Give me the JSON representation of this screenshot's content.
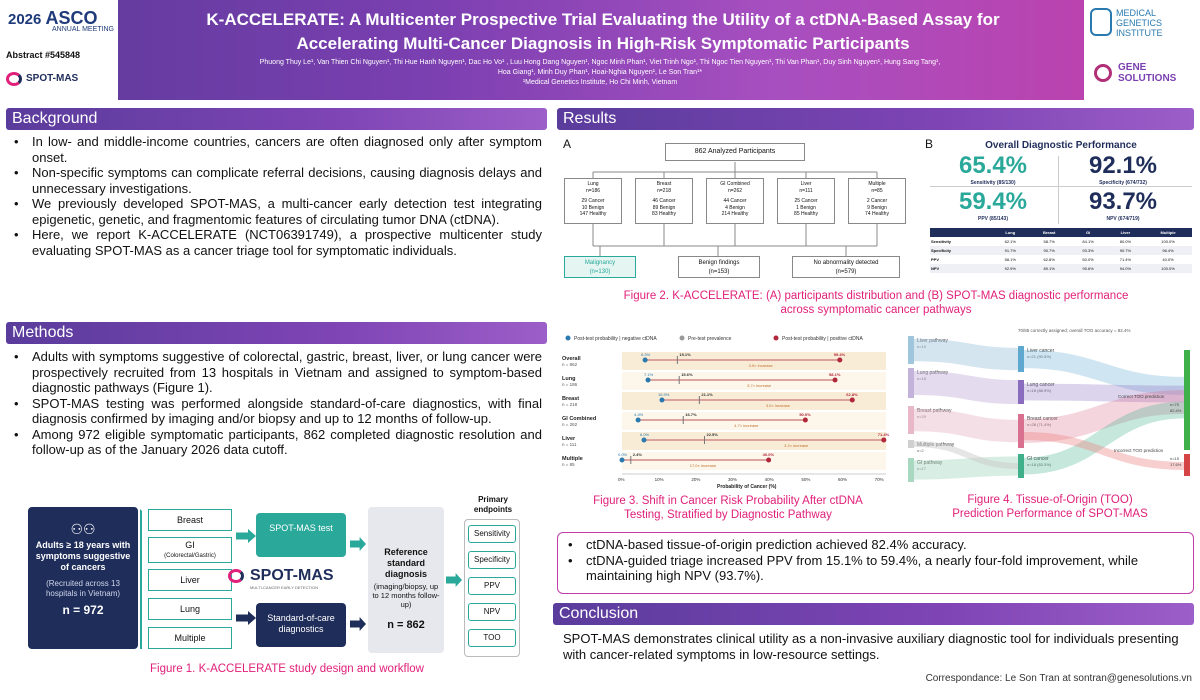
{
  "header": {
    "conference_year": "2026",
    "conference_name": "ASCO",
    "conference_sub": "ANNUAL MEETING",
    "abstract": "Abstract #545848",
    "spotmas_logo": "SPOT-MAS",
    "title_line1": "K-ACCELERATE: A Multicenter Prospective Trial Evaluating the Utility of a ctDNA-Based Assay for",
    "title_line2": "Accelerating Multi-Cancer Diagnosis in High-Risk Symptomatic Participants",
    "authors_line1": "Phuong Thuy Le¹, Van Thien Chi Nguyen¹, Thi Hue Hanh Nguyen¹, Dac Ho Vo¹ , Luu Hong Dang Nguyen¹, Ngoc Minh Phan¹, Viet Trinh Ngo¹, Thi Ngoc Tien Nguyen¹, Thi Van Phan¹, Duy Sinh Nguyen¹, Hung Sang Tang¹,",
    "authors_line2": "Hoa Giang¹, Minh Duy Phan¹, Hoai-Nghia Nguyen¹, Le Son Tran¹*",
    "affiliation": "¹Medical Genetics Institute, Ho Chi Minh, Vietnam",
    "mgi_logo_line1": "MEDICAL",
    "mgi_logo_line2": "GENETICS",
    "mgi_logo_line3": "INSTITUTE",
    "gene_logo_line1": "GENE",
    "gene_logo_line2": "SOLUTIONS"
  },
  "background": {
    "heading": "Background",
    "bullets": [
      "In low- and middle-income countries, cancers are often diagnosed only after symptom onset.",
      "Non-specific symptoms can complicate referral decisions, causing diagnosis delays and unnecessary investigations.",
      "We previously developed SPOT-MAS, a multi-cancer early detection test integrating epigenetic, genetic, and fragmentomic features of circulating tumor DNA (ctDNA).",
      "Here, we report K-ACCELERATE (NCT06391749), a prospective multicenter study evaluating SPOT-MAS as a cancer triage tool for symptomatic individuals."
    ]
  },
  "methods": {
    "heading": "Methods",
    "bullets": [
      "Adults with symptoms suggestive of colorectal, gastric, breast, liver, or lung cancer were prospectively recruited from 13 hospitals in Vietnam and assigned to symptom-based diagnostic pathways (Figure 1).",
      "SPOT-MAS testing was performed alongside standard-of-care diagnostics, with final diagnosis confirmed by imaging and/or biopsy and up to 12 months of follow-up.",
      "Among 972 eligible symptomatic participants, 862 completed diagnostic resolution and follow-up as of the January 2026 data cutoff."
    ]
  },
  "figure1": {
    "adults_text": "Adults ≥ 18 years with symptoms suggestive of cancers",
    "recruited_text": "(Recruited across 13 hospitals in Vietnam)",
    "n_total": "n = 972",
    "pathways": [
      "Breast",
      "GI",
      "Liver",
      "Lung",
      "Multiple"
    ],
    "gi_sub": "(Colorectal/Gastric)",
    "spotmas_test": "SPOT-MAS test",
    "spotmas_brand": "SPOT-MAS",
    "spotmas_tagline": "MULTI-CANCER EARLY DETECTION",
    "soc": "Standard-of-care diagnostics",
    "reference_title": "Reference standard diagnosis",
    "reference_sub": "(imaging/biopsy, up to 12 months follow-up)",
    "n_ref": "n = 862",
    "endpoints_title": "Primary endpoints",
    "endpoints": [
      "Sensitivity",
      "Specificity",
      "PPV",
      "NPV",
      "TOO"
    ],
    "caption": "Figure 1. K-ACCELERATE study design and workflow"
  },
  "results": {
    "heading": "Results",
    "panel_a_label": "A",
    "panel_b_label": "B",
    "flow_top": "862 Analyzed Participants",
    "flow_groups": [
      {
        "name": "Lung",
        "n": "n=186",
        "c": "29 Cancer",
        "b": "10 Benign",
        "h": "147 Healthy"
      },
      {
        "name": "Breast",
        "n": "n=218",
        "c": "46 Cancer",
        "b": "89 Benign",
        "h": "83 Healthy"
      },
      {
        "name": "GI Combined",
        "n": "n=262",
        "c": "44 Cancer",
        "b": "4 Benign",
        "h": "214 Healthy"
      },
      {
        "name": "Liver",
        "n": "n=111",
        "c": "25 Cancer",
        "b": "1 Benign",
        "h": "85 Healthy"
      },
      {
        "name": "Multiple",
        "n": "n=85",
        "c": "2 Cancer",
        "b": "9 Benign",
        "h": "74 Healthy"
      }
    ],
    "flow_bottom": [
      {
        "label": "Malignancy",
        "n": "(n=130)"
      },
      {
        "label": "Benign findings",
        "n": "(n=153)"
      },
      {
        "label": "No abnormality detected",
        "n": "(n=579)"
      }
    ],
    "perf_title": "Overall Diagnostic Performance",
    "metrics": [
      {
        "value": "65.4%",
        "label": "Sensitivity (85/130)"
      },
      {
        "value": "92.1%",
        "label": "Specificity (674/732)"
      },
      {
        "value": "59.4%",
        "label": "PPV (85/143)"
      },
      {
        "value": "93.7%",
        "label": "NPV (674/719)"
      }
    ],
    "table_headers": [
      "",
      "Lung",
      "Breast",
      "GI",
      "Liver",
      "Multiple"
    ],
    "table_rows": [
      [
        "Sensitivity",
        "62.1%",
        "58.7%",
        "84.1%",
        "80.0%",
        "100.0%"
      ],
      [
        "Specificity",
        "91.7%",
        "90.7%",
        "93.3%",
        "90.7%",
        "96.4%"
      ],
      [
        "PPV",
        "58.1%",
        "62.8%",
        "50.0%",
        "71.4%",
        "40.0%"
      ],
      [
        "NPV",
        "92.9%",
        "89.1%",
        "95.6%",
        "94.0%",
        "100.0%"
      ]
    ],
    "fig2_caption_1": "Figure 2. K-ACCELERATE: (A) participants distribution and (B) SPOT-MAS diagnostic performance",
    "fig2_caption_2": "across symptomatic cancer pathways",
    "fig3_caption_1": "Figure 3. Shift in Cancer Risk Probability After ctDNA",
    "fig3_caption_2": "Testing, Stratified by Diagnostic Pathway",
    "fig4_caption_1": "Figure 4. Tissue-of-Origin (TOO)",
    "fig4_caption_2": "Prediction Performance of SPOT-MAS",
    "findings": [
      "ctDNA-based tissue-of-origin prediction achieved 82.4% accuracy.",
      "ctDNA-guided triage increased PPV from 15.1% to 59.4%, a nearly four-fold improvement, while maintaining high NPV (93.7%)."
    ]
  },
  "figure3": {
    "legend": [
      "Post-test probability | negative ctDNA",
      "Pre-test prevalence",
      "Post-test probability | positive ctDNA"
    ],
    "xlabel": "Probability of Cancer (%)",
    "xticks": [
      "0%",
      "10%",
      "20%",
      "30%",
      "40%",
      "50%",
      "60%",
      "70%"
    ],
    "rows": [
      {
        "name": "Overall",
        "n": "n = 862",
        "neg": 6.3,
        "pre": 15.1,
        "pos": 59.4,
        "neg_label": "6.3%",
        "pre_label": "15.1%",
        "pos_label": "59.4%",
        "inc": "3.9× increase"
      },
      {
        "name": "Lung",
        "n": "n = 186",
        "neg": 7.1,
        "pre": 15.6,
        "pos": 58.1,
        "neg_label": "7.1%",
        "pre_label": "15.6%",
        "pos_label": "58.1%",
        "inc": "3.7× increase"
      },
      {
        "name": "Breast",
        "n": "n = 218",
        "neg": 10.9,
        "pre": 21.1,
        "pos": 62.8,
        "neg_label": "10.9%",
        "pre_label": "21.1%",
        "pos_label": "62.8%",
        "inc": "3.0× increase"
      },
      {
        "name": "GI Combined",
        "n": "n = 262",
        "neg": 4.4,
        "pre": 16.7,
        "pos": 50.0,
        "neg_label": "4.4%",
        "pre_label": "16.7%",
        "pos_label": "50.0%",
        "inc": "4.7× increase"
      },
      {
        "name": "Liver",
        "n": "n = 111",
        "neg": 6.0,
        "pre": 22.5,
        "pos": 71.4,
        "neg_label": "6.0%",
        "pre_label": "22.5%",
        "pos_label": "71.4%",
        "inc": "3.2× increase"
      },
      {
        "name": "Multiple",
        "n": "n = 85",
        "neg": 0.0,
        "pre": 2.4,
        "pos": 40.0,
        "neg_label": "0.0%",
        "pre_label": "2.4%",
        "pos_label": "40.0%",
        "inc": "17.0× increase"
      }
    ]
  },
  "figure4": {
    "header": "70/85 correctly assigned; overall TOO accuracy = 82.4%",
    "left": [
      {
        "label": "Liver pathway",
        "n": "n=19"
      },
      {
        "label": "Lung pathway",
        "n": "n=18"
      },
      {
        "label": "Breast pathway",
        "n": "n=29"
      },
      {
        "label": "Multiple pathway",
        "n": "n=2"
      },
      {
        "label": "GI pathway",
        "n": "n=17"
      }
    ],
    "middle": [
      {
        "label": "Liver cancer",
        "n": "n=21 (90.5%)"
      },
      {
        "label": "Lung cancer",
        "n": "n=18 (88.9%)"
      },
      {
        "label": "Breast cancer",
        "n": "n=28 (71.4%)"
      },
      {
        "label": "GI cancer",
        "n": "n=18 (83.3%)"
      }
    ],
    "right": [
      {
        "label": "Correct TOO prediction",
        "n": "n=70",
        "pct": "82.4%"
      },
      {
        "label": "Incorrect TOO prediction",
        "n": "n=15",
        "pct": "17.6%"
      }
    ]
  },
  "conclusion": {
    "heading": "Conclusion",
    "text": "SPOT-MAS demonstrates clinical utility as a non-invasive auxiliary diagnostic tool for individuals presenting with cancer-related symptoms in low-resource settings.",
    "correspondence": "Correspondance: Le Son Tran at sontran@genesolutions.vn"
  },
  "colors": {
    "accent": "#7a3fb0",
    "magenta": "#e0207a",
    "navy": "#1f2d5a",
    "teal": "#2aa89a",
    "red": "#b0283a"
  }
}
